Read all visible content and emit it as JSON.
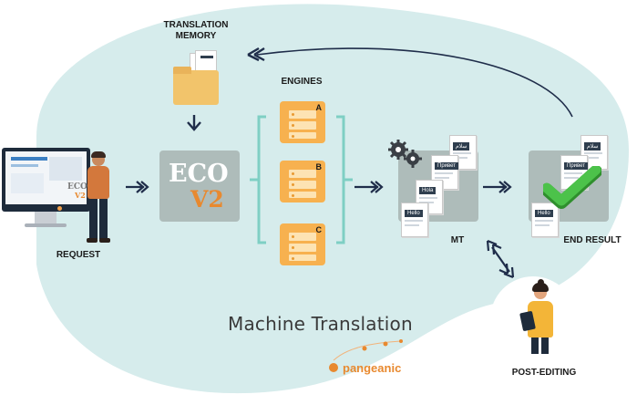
{
  "diagram": {
    "title": "Machine Translation",
    "brand": "pangeanic",
    "labels": {
      "translation_memory": "TRANSLATION\nMEMORY",
      "engines": "ENGINES",
      "request": "REQUEST",
      "mt": "MT",
      "end_result": "END RESULT",
      "post_editing": "POST-EDITING"
    },
    "eco": {
      "top": "ECO",
      "bottom": "V2"
    },
    "engine_letters": [
      "A",
      "B",
      "C"
    ],
    "doc_tags": {
      "hello": "Hello",
      "hola": "Hola",
      "privet": "Привет",
      "salam": "سلام"
    },
    "screen_eco": {
      "top": "ECO",
      "bottom": "V2"
    },
    "colors": {
      "background_blob": "#d6ecec",
      "panel": "#aebcba",
      "server": "#f7b14f",
      "bracket": "#7fcfc4",
      "arrow": "#1f2d4a",
      "check": "#4cc24a",
      "accent": "#e8892f"
    }
  }
}
